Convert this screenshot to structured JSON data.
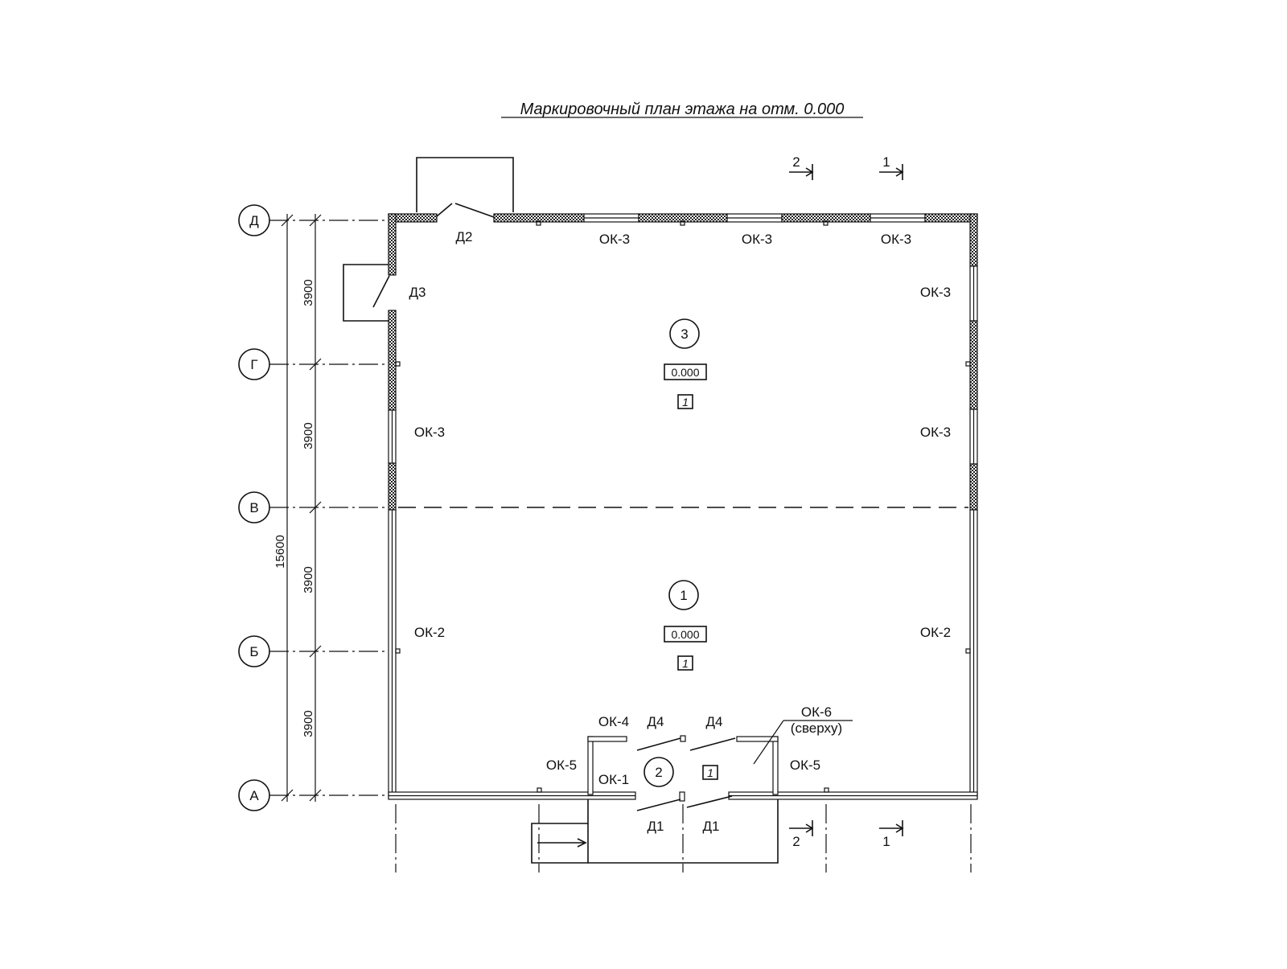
{
  "title": "Маркировочный план этажа на отм. 0.000",
  "axes": [
    "Д",
    "Г",
    "В",
    "Б",
    "А"
  ],
  "dimensions": {
    "segments": [
      "3900",
      "3900",
      "3900",
      "3900"
    ],
    "total": "15600"
  },
  "sections": {
    "top_left": "2",
    "top_right": "1",
    "bottom_left": "2",
    "bottom_right": "1"
  },
  "rooms": [
    {
      "number": "3",
      "level": "0.000",
      "finish": "1"
    },
    {
      "number": "1",
      "level": "0.000",
      "finish": "1"
    },
    {
      "number": "2",
      "finish": "1"
    }
  ],
  "doors": {
    "d1_left": "Д1",
    "d1_right": "Д1",
    "d2": "Д2",
    "d3": "Д3",
    "d4_left": "Д4",
    "d4_right": "Д4"
  },
  "windows": {
    "top_1": "ОК-3",
    "top_2": "ОК-3",
    "top_3": "ОК-3",
    "left_g": "ОК-3",
    "left_b": "ОК-2",
    "right_top": "ОК-3",
    "right_mid": "ОК-3",
    "right_b": "ОК-2",
    "ok4": "ОК-4",
    "ok1": "ОК-1",
    "ok5_left": "ОК-5",
    "ok5_right": "ОК-5",
    "ok6": "ОК-6",
    "ok6_note": "(сверху)"
  }
}
